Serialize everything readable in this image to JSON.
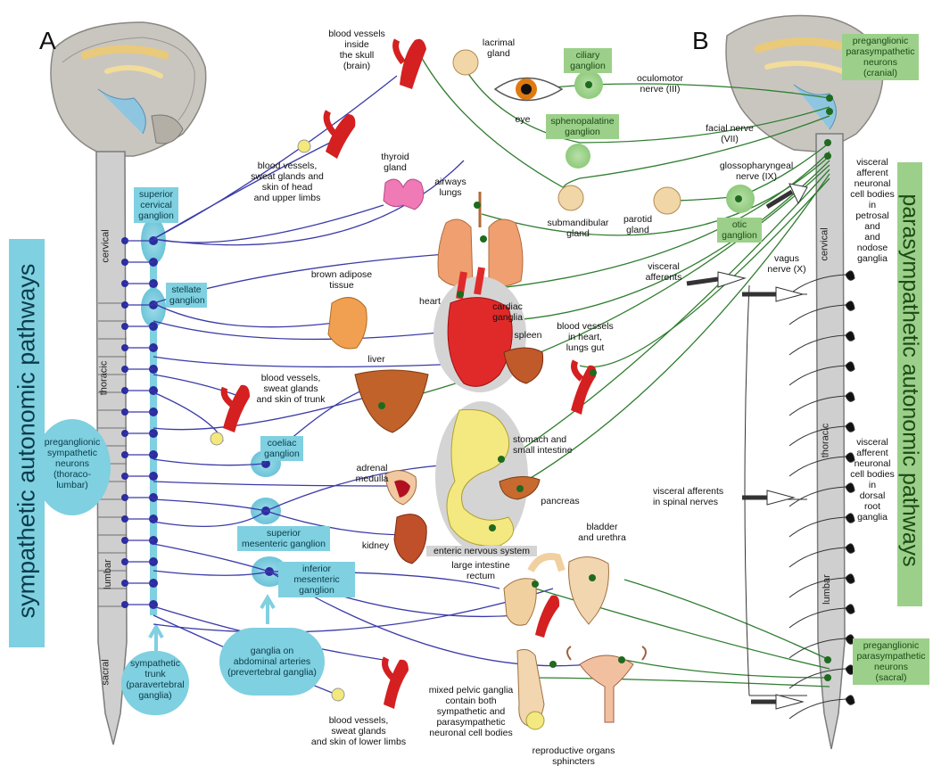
{
  "panels": {
    "a": "A",
    "b": "B"
  },
  "titles": {
    "sympathetic": "sympathetic autonomic pathways",
    "parasympathetic": "parasympathetic autonomic pathways"
  },
  "spine_regions_left": {
    "cervical": "cervical",
    "thoracic": "thoracic",
    "lumbar": "lumbar",
    "sacral": "sacral"
  },
  "spine_regions_right": {
    "cervical": "cervical",
    "thoracic": "thoracic",
    "lumbar": "lumbar"
  },
  "sympathetic_boxes": {
    "superior_cervical": "superior\ncervical\nganglion",
    "stellate": "stellate\nganglion",
    "preganglionic": "preganglionic\nsympathetic\nneurons\n(thoraco-\nlumbar)",
    "coeliac": "coeliac\nganglion",
    "superior_mesenteric": "superior\nmesenteric ganglion",
    "inferior_mesenteric": "inferior mesenteric\nganglion",
    "trunk": "sympathetic\ntrunk\n(paravertebral\nganglia)",
    "prevertebral": "ganglia on\nabdominal arteries\n(prevertebral ganglia)"
  },
  "parasympathetic_boxes": {
    "ciliary": "ciliary\nganglion",
    "sphenopalatine": "sphenopalatine\nganglion",
    "otic": "otic\nganglion",
    "cranial": "preganglionic\nparasympathetic\nneurons\n(cranial)",
    "sacral": "preganglionic\nparasympathetic\nneurons\n(sacral)"
  },
  "organ_labels": {
    "blood_vessels_brain": "blood vessels\ninside\nthe skull\n(brain)",
    "lacrimal": "lacrimal\ngland",
    "eye": "eye",
    "blood_vessels_head": "blood vessels,\nsweat glands and\nskin of head\nand upper limbs",
    "thyroid": "thyroid\ngland",
    "airways": "airways\nlungs",
    "submandibular": "submandibular\ngland",
    "parotid": "parotid\ngland",
    "brown_adipose": "brown adipose\ntissue",
    "heart": "heart",
    "cardiac_ganglia": "cardiac\nganglia",
    "spleen": "spleen",
    "blood_vessels_heart": "blood vessels\nin heart,\nlungs gut",
    "liver": "liver",
    "blood_vessels_trunk": "blood vessels,\nsweat glands\nand skin of trunk",
    "stomach": "stomach and\nsmall intestine",
    "adrenal": "adrenal\nmedulla",
    "pancreas": "pancreas",
    "kidney": "kidney",
    "enteric": "enteric nervous system",
    "bladder": "bladder\nand urethra",
    "large_intestine": "large intestine\nrectum",
    "blood_vessels_lower": "blood vessels,\nsweat glands\nand skin of lower limbs",
    "mixed_pelvic": "mixed pelvic ganglia\ncontain both\nsympathetic and\nparasympathetic\nneuronal cell bodies",
    "reproductive": "reproductive organs\nsphincters"
  },
  "nerve_labels": {
    "oculomotor": "oculomotor\nnerve (III)",
    "facial": "facial nerve\n(VII)",
    "glossopharyngeal": "glossopharyngeal\nnerve (IX)",
    "vagus": "vagus\nnerve (X)",
    "visceral_afferents": "visceral\nafferents",
    "visceral_afferents_spinal": "visceral afferents\nin spinal nerves",
    "visceral_cranial": "visceral\nafferent\nneuronal\ncell bodies\nin\npetrosal\nand\nand\nnodose\nganglia",
    "visceral_spinal": "visceral\nafferent\nneuronal\ncell bodies\nin\ndorsal\nroot\nganglia"
  },
  "colors": {
    "sympathetic_nerve": "#3a3aa8",
    "parasympathetic_nerve": "#2f7d2f",
    "sympathetic_box": "#7fd0e0",
    "parasympathetic_box": "#9cd08a",
    "vessel": "#d42020"
  }
}
